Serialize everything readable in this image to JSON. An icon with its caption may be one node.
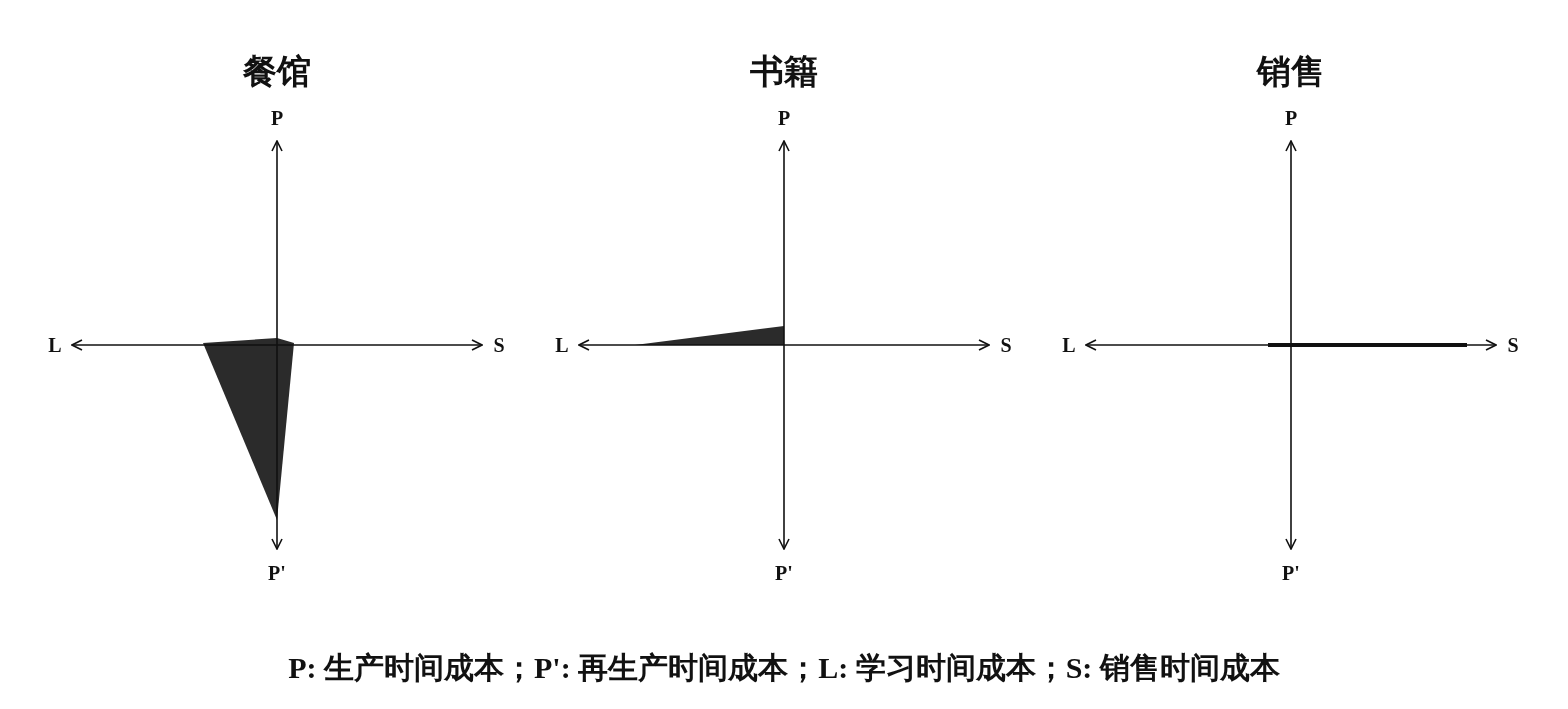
{
  "diagram": {
    "caption": "P: 生产时间成本；P': 再生产时间成本；L: 学习时间成本；S: 销售时间成本",
    "labels": [
      "餐馆",
      "书籍",
      "销售",
      "P",
      "P",
      "P",
      "L",
      "S",
      "L",
      "S",
      "L",
      "S",
      "P'",
      "P'",
      "P'"
    ]
  }
}
